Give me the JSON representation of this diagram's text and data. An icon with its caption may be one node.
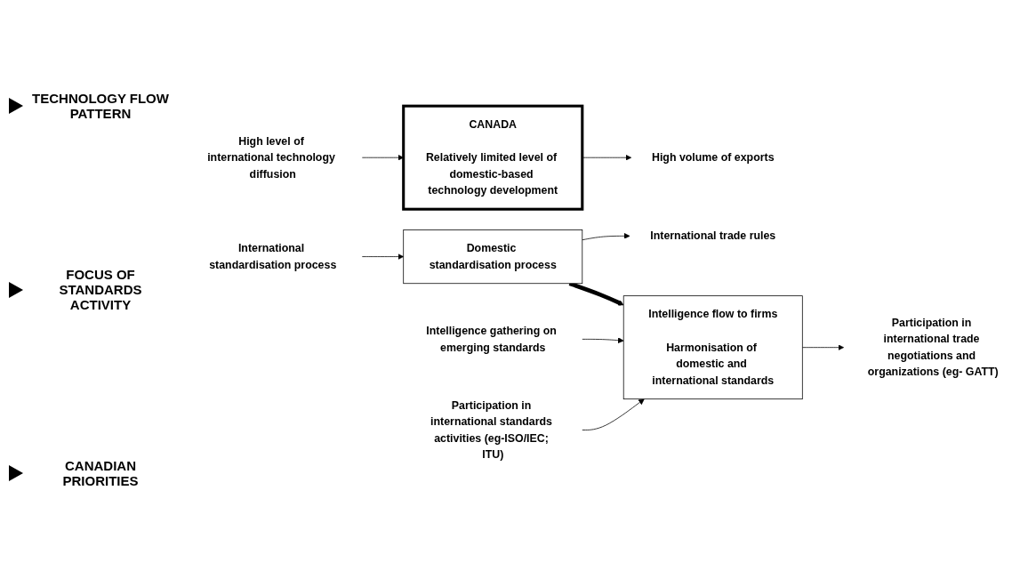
{
  "diagram": {
    "nodes": [
      {
        "text": [
          "High level of international technology diffusion"
        ]
      },
      {
        "text": [
          "CANADA",
          "Relatively limited level of domestic-based technology development"
        ]
      },
      {
        "text": [
          "High volume of exports"
        ]
      },
      {
        "text": [
          "International standardisation process"
        ]
      },
      {
        "text": [
          "Domestic standardisation process"
        ]
      },
      {
        "text": [
          "International trade rules"
        ]
      },
      {
        "text": [
          "Intelligence gathering on emerging standards"
        ]
      },
      {
        "text": [
          "Participation in international standards activities (eg-ISO/IEC; ITU)"
        ]
      },
      {
        "text": [
          "Intelligence flow to firms",
          "Harmonisation of domestic and international standards"
        ]
      },
      {
        "text": [
          "Participation in international trade negotiations and organizations (eg- GATT)"
        ]
      }
    ],
    "edges": [
      {
        "from": 0,
        "to": 1,
        "arrow": "to"
      },
      {
        "from": 1,
        "to": 2,
        "arrow": "to"
      },
      {
        "from": 3,
        "to": 4,
        "arrow": "to"
      },
      {
        "from": 4,
        "to": 5,
        "arrow": "to"
      },
      {
        "from": 4,
        "to": 8,
        "arrow": "to",
        "style": "thick"
      },
      {
        "from": 6,
        "to": 8,
        "arrow": "to"
      },
      {
        "from": 7,
        "to": 8,
        "arrow": "to"
      },
      {
        "from": 8,
        "to": 9,
        "arrow": "to"
      }
    ],
    "labels": [
      "TECHNOLOGY FLOW PATTERN",
      "FOCUS OF STANDARDS ACTIVITY",
      "CANADIAN PRIORITIES"
    ]
  }
}
